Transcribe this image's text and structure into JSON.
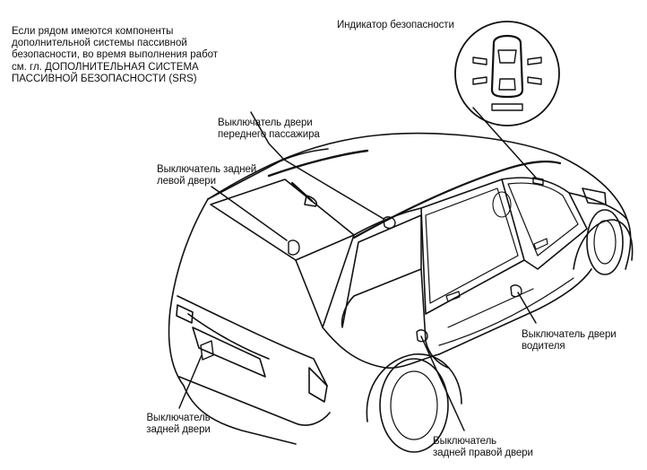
{
  "note": "Если рядом имеются компоненты\nдополнительной системы пассивной\nбезопасности, во время выполнения работ\nсм. гл. ДОПОЛНИТЕЛЬНАЯ СИСТЕМА\nПАССИВНОЙ БЕЗОПАСНОСТИ (SRS)",
  "labels": {
    "security_indicator": "Индикатор безопасности",
    "front_passenger_door_switch": "Выключатель двери\nпереднего пассажира",
    "rear_left_door_switch": "Выключатель задней\nлевой двери",
    "driver_door_switch": "Выключатель двери\nводителя",
    "tailgate_switch": "Выключатель\nзадней двери",
    "rear_right_door_switch": "Выключатель\nзадней правой двери"
  }
}
